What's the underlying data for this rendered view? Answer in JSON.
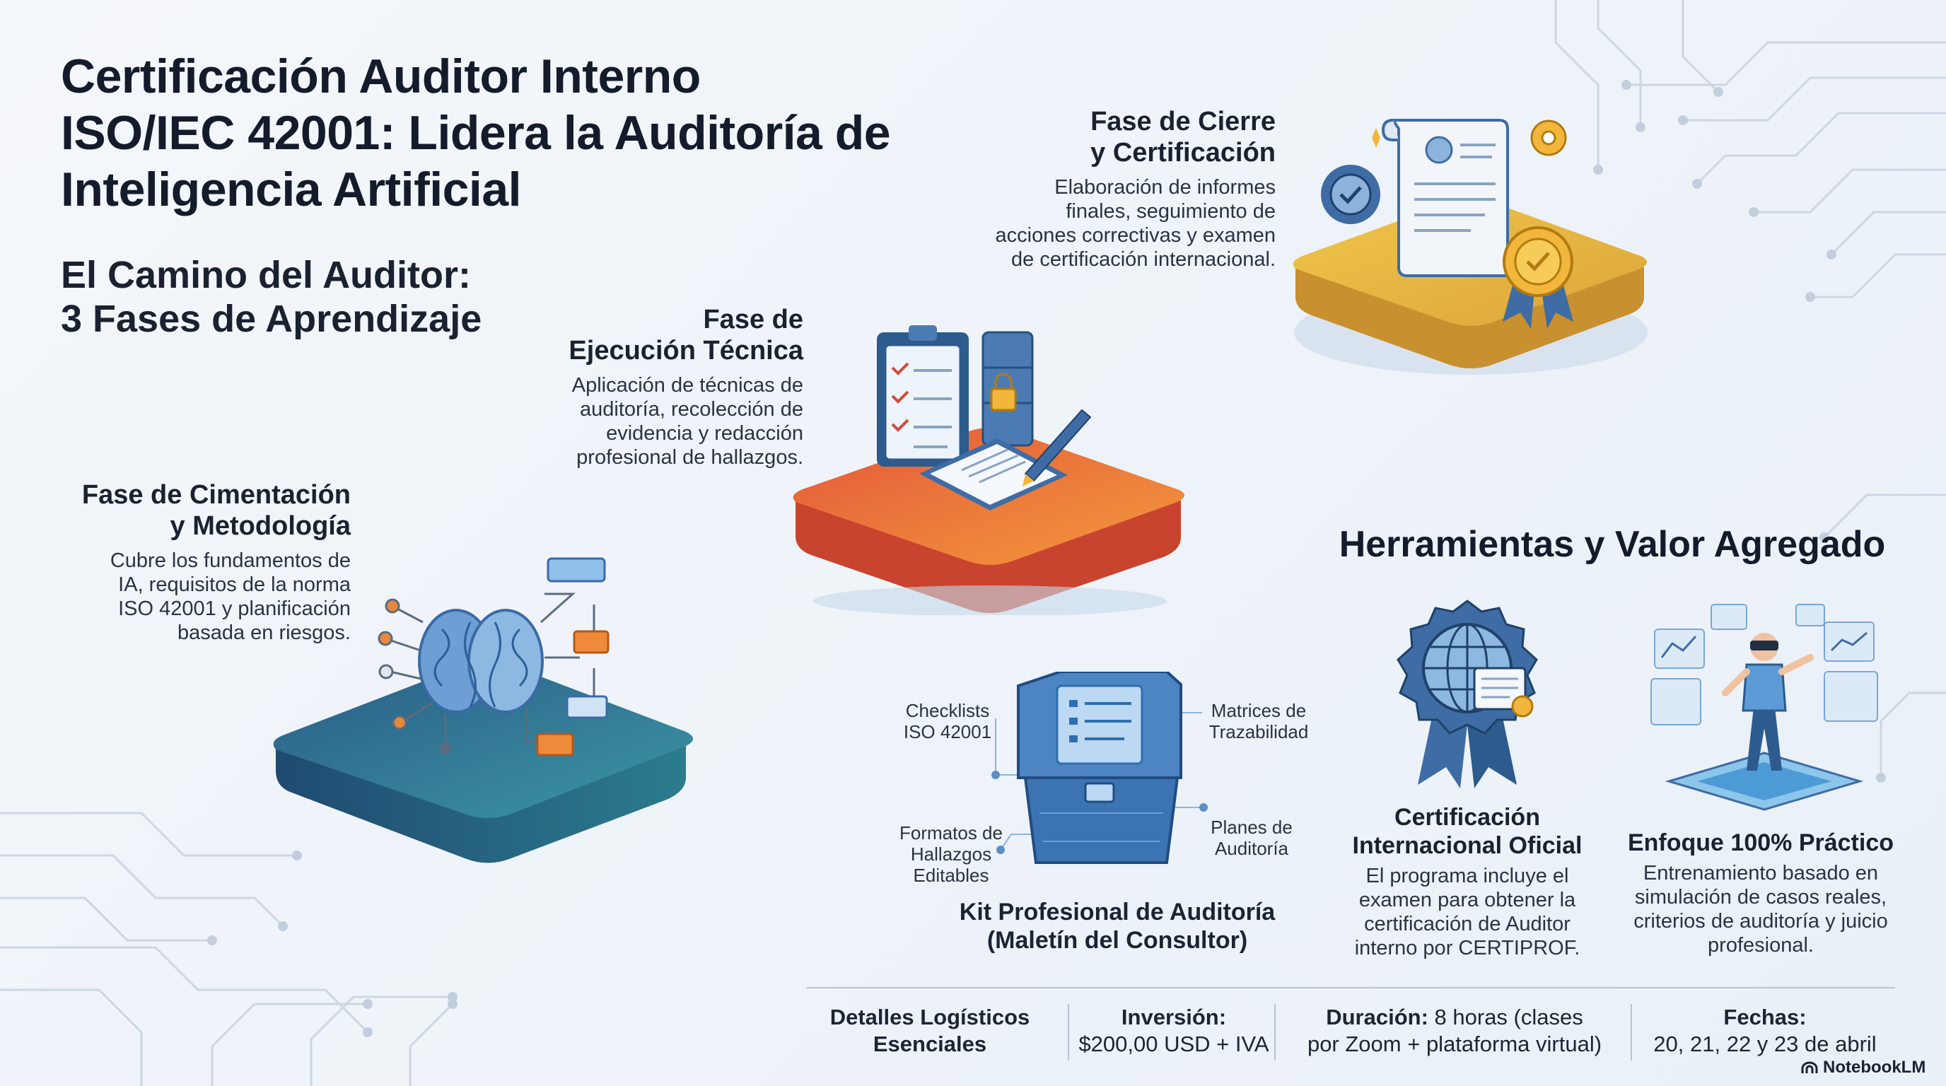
{
  "header": {
    "title_line1": "Certificación Auditor Interno",
    "title_line2": "ISO/IEC 42001: Lidera la Auditoría de",
    "title_line3": "Inteligencia Artificial",
    "subtitle_line1": "El Camino del Auditor:",
    "subtitle_line2": "3 Fases de Aprendizaje"
  },
  "phases": [
    {
      "title_line1": "Fase de Cimentación",
      "title_line2": "y Metodología",
      "desc_lines": [
        "Cubre los fundamentos de",
        "IA, requisitos de la norma",
        "ISO 42001 y planificación",
        "basada en riesgos."
      ],
      "icon": "brain-flowchart-icon",
      "color": "#2f6f94"
    },
    {
      "title_line1": "Fase de",
      "title_line2": "Ejecución Técnica",
      "desc_lines": [
        "Aplicación de técnicas de",
        "auditoría, recolección de",
        "evidencia y redacción",
        "profesional de hallazgos."
      ],
      "icon": "clipboard-server-pen-icon",
      "color": "#e4743a"
    },
    {
      "title_line1": "Fase de Cierre",
      "title_line2": "y Certificación",
      "desc_lines": [
        "Elaboración de informes",
        "finales, seguimiento de",
        "acciones correctivas y examen",
        "de certificación internacional."
      ],
      "icon": "certificate-scroll-icon",
      "color": "#e9b53c"
    }
  ],
  "kit": {
    "labels": {
      "checklists": [
        "Checklists",
        "ISO 42001"
      ],
      "matrices": [
        "Matrices de",
        "Trazabilidad"
      ],
      "formatos": [
        "Formatos de",
        "Hallazgos",
        "Editables"
      ],
      "planes": [
        "Planes de",
        "Auditoría"
      ]
    },
    "title_line1": "Kit Profesional de Auditoría",
    "title_line2": "(Maletín del Consultor)",
    "icon": "briefcase-icon"
  },
  "tools": {
    "heading": "Herramientas y Valor Agregado",
    "items": [
      {
        "title_line1": "Certificación",
        "title_line2": "Internacional Oficial",
        "desc_lines": [
          "El programa incluye el",
          "examen para obtener la",
          "certificación de Auditor",
          "interno por CERTIPROF."
        ],
        "icon": "globe-badge-icon"
      },
      {
        "title_line1": "Enfoque 100% Práctico",
        "desc_lines": [
          "Entrenamiento basado en",
          "simulación de casos reales,",
          "criterios de auditoría y juicio",
          "profesional."
        ],
        "icon": "vr-person-icon"
      }
    ]
  },
  "footer": {
    "logistics_line1": "Detalles Logísticos",
    "logistics_line2": "Esenciales",
    "investment_label": "Inversión:",
    "investment_value": "$200,00 USD + IVA",
    "duration_label": "Duración:",
    "duration_value_line1": " 8 horas (clases",
    "duration_value_line2": "por Zoom + plataforma virtual)",
    "dates_label": "Fechas:",
    "dates_value": "20, 21, 22 y 23 de abril"
  },
  "brand": "NotebookLM"
}
